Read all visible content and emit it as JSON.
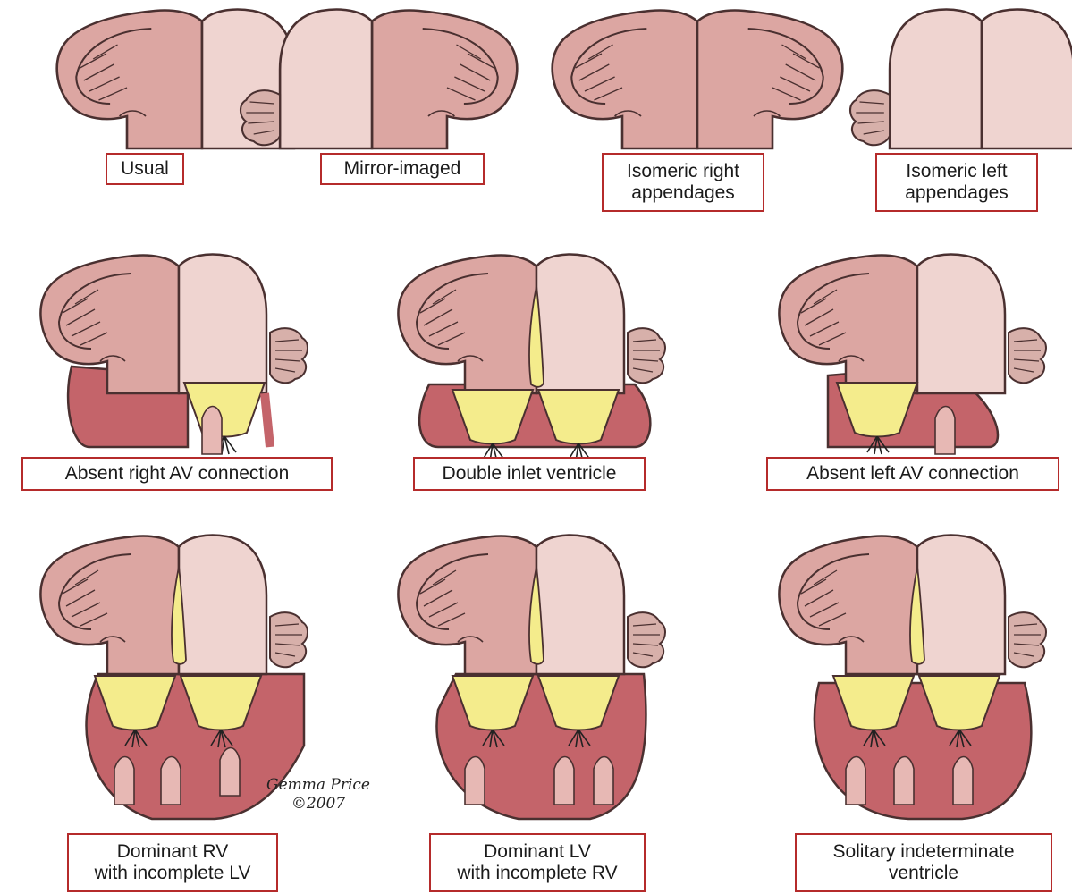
{
  "labels": {
    "usual": "Usual",
    "mirror": "Mirror-imaged",
    "isomeric_right": [
      "Isomeric right",
      "appendages"
    ],
    "isomeric_left": [
      "Isomeric left",
      "appendages"
    ],
    "absent_right": "Absent right AV connection",
    "double_inlet": "Double inlet ventricle",
    "absent_left": "Absent left AV connection",
    "dominant_rv": [
      "Dominant RV",
      "with incomplete LV"
    ],
    "dominant_lv": [
      "Dominant LV",
      "with incomplete RV"
    ],
    "solitary": [
      "Solitary indeterminate",
      "ventricle"
    ]
  },
  "credit": {
    "name": "Gemma Price",
    "year": "©2007"
  },
  "colors": {
    "wall": "#c4646a",
    "outline": "#4a3030",
    "right_atrium": "#dca6a2",
    "left_atrium": "#efd4d0",
    "valve": "#f4ec8c",
    "label_border": "#b52b2b"
  }
}
